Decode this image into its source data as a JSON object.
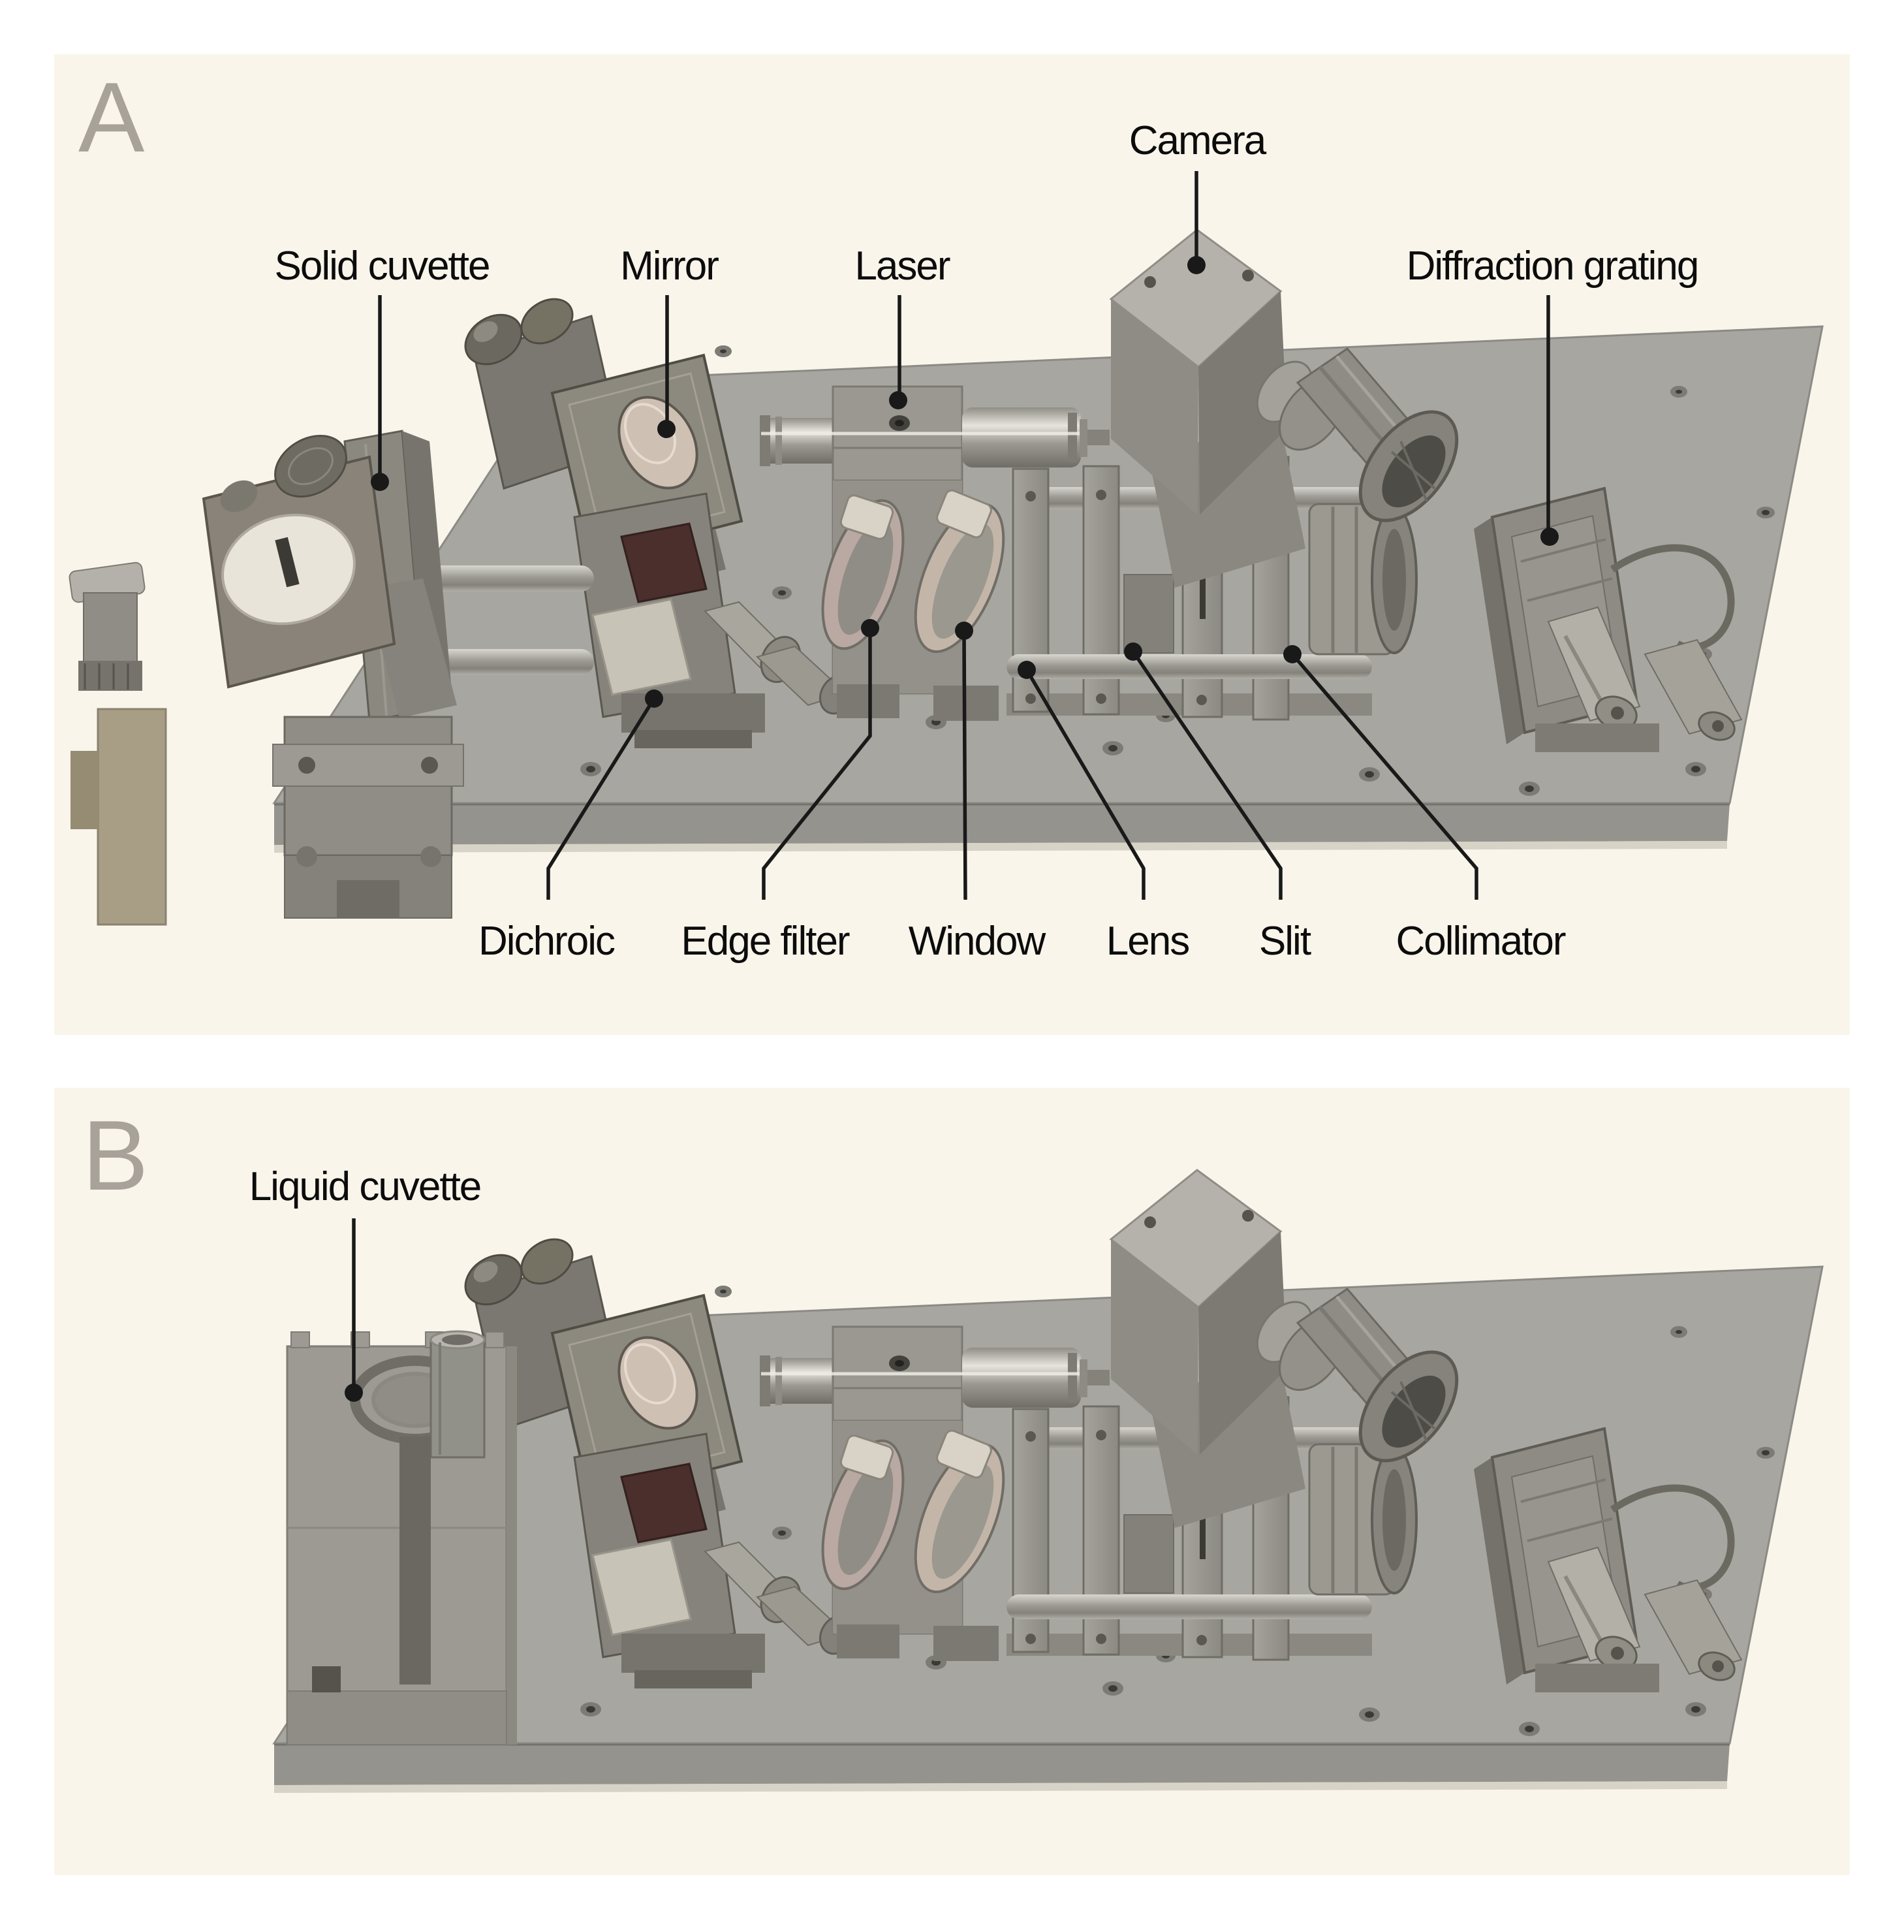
{
  "panel_a": {
    "letter": "A",
    "labels": {
      "solid_cuvette": "Solid cuvette",
      "mirror": "Mirror",
      "laser": "Laser",
      "camera": "Camera",
      "diffraction_grating": "Diffraction grating",
      "dichroic": "Dichroic",
      "edge_filter": "Edge filter",
      "window": "Window",
      "lens": "Lens",
      "slit": "Slit",
      "collimator": "Collimator"
    }
  },
  "panel_b": {
    "letter": "B",
    "labels": {
      "liquid_cuvette": "Liquid cuvette"
    }
  },
  "colors": {
    "panel_background": "#f9f5eb",
    "board_gray": "#a7a6a0",
    "board_front_gray": "#94938d",
    "label_text": "#0c0c0c",
    "panel_letter_gray": "#a8a29a",
    "leader_line": "#191919"
  }
}
